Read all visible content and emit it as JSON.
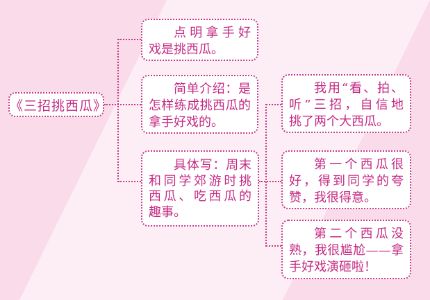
{
  "root": {
    "title": "《三招挑西瓜》"
  },
  "branches": [
    {
      "lines": [
        "点明拿手好",
        "戏是挑西瓜。"
      ]
    },
    {
      "lines": [
        "简单介绍：是",
        "怎样练成挑西瓜的",
        "拿手好戏的。"
      ]
    },
    {
      "lines": [
        "具体写：周末",
        "和同学郊游时挑",
        "西瓜、吃西瓜的",
        "趣事。"
      ]
    }
  ],
  "details": [
    {
      "lines": [
        "我用“看、拍、",
        "听”三招，自信地",
        "挑了两个大西瓜。"
      ]
    },
    {
      "lines": [
        "第一个西瓜很",
        "好，得到同学的夸",
        "赞，我很得意。"
      ]
    },
    {
      "lines": [
        "第二个西瓜没",
        "熟，我很尴尬——拿",
        "手好戏演砸啦！"
      ]
    }
  ],
  "colors": {
    "background_dark": "#f9dbe9",
    "background_light": "#fdedf4",
    "accent": "#c42a83",
    "border": "#c43a8c",
    "box_fill": "#ffffff"
  }
}
